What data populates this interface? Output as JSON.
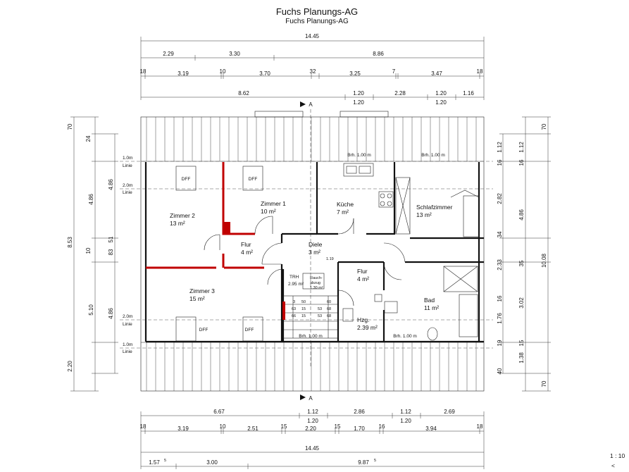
{
  "header": {
    "title": "Fuchs Planungs-AG",
    "subtitle": "Fuchs Planungs-AG"
  },
  "scale": {
    "label": "1 : 10",
    "mark": "<"
  },
  "section_marks": {
    "top": "A",
    "bottom": "A"
  },
  "rooms": {
    "zimmer2": {
      "name": "Zimmer 2",
      "area": "13 m²"
    },
    "zimmer1": {
      "name": "Zimmer 1",
      "area": "10 m²"
    },
    "kueche": {
      "name": "Küche",
      "area": "7 m²"
    },
    "schlafzimmer": {
      "name": "Schlafzimmer",
      "area": "13 m²"
    },
    "flur_left": {
      "name": "Flur",
      "area": "4 m²"
    },
    "diele": {
      "name": "Diele",
      "area": "3 m²"
    },
    "flur_right": {
      "name": "Flur",
      "area": "4 m²"
    },
    "trh": {
      "name": "TRH",
      "area": "2.95 m²"
    },
    "zimmer3": {
      "name": "Zimmer 3",
      "area": "15 m²"
    },
    "bad": {
      "name": "Bad",
      "area": "11 m²"
    },
    "hzg": {
      "name": "Hzg.",
      "area": "2.39 m²"
    }
  },
  "labels": {
    "dff": "DFF",
    "brh": "Brh. 1.00 m",
    "linie": "Linie",
    "l10": "1.0m",
    "l20": "2.0m",
    "rauch1": "Rauch-",
    "rauch2": "abzug",
    "rauch3": "1.30 m²",
    "d119": "1.19"
  },
  "stairs": {
    "rows": [
      [
        "3",
        "50",
        "60"
      ],
      [
        "63",
        "15",
        "53",
        "68"
      ],
      [
        "66",
        "15",
        "53",
        "68"
      ]
    ]
  },
  "dims_top": {
    "row1": [
      "14.45"
    ],
    "row2": [
      "2.29",
      "3.30",
      "8.86"
    ],
    "row3": [
      "18",
      "3.19",
      "10",
      "3.70",
      "32",
      "3.25",
      "7",
      "3.47",
      "18"
    ],
    "row4": [
      "8.62",
      "1.20",
      "2.28",
      "1.20",
      "1.16"
    ],
    "row4b": [
      "1.20",
      "1.20"
    ]
  },
  "dims_bottom": {
    "row1": [
      "6.67",
      "1.12",
      "2.86",
      "1.12",
      "2.69"
    ],
    "row1b": [
      "1.20",
      "1.20"
    ],
    "row2": [
      "18",
      "3.19",
      "10",
      "2.51",
      "15",
      "2.20",
      "15",
      "1.70",
      "16",
      "3.94",
      "18"
    ],
    "row3": [
      "14.45"
    ],
    "row4": [
      "1.57",
      "5",
      "3.00",
      "9.87",
      "5"
    ]
  },
  "dims_left": {
    "outer": [
      "8.53"
    ],
    "mid": [
      "70",
      "24",
      "4.86",
      "10",
      "5.10",
      "2.20"
    ],
    "inner": [
      "4.86",
      "51",
      "83",
      "4.86"
    ]
  },
  "dims_right": {
    "inner": [
      "1.12",
      "16",
      "2.82",
      "34",
      "2.33",
      "16",
      "1.76",
      "19",
      "40"
    ],
    "mid": [
      "70",
      "1.12",
      "16",
      "4.86",
      "35",
      "3.02",
      "15",
      "1.38",
      "70"
    ],
    "outer": [
      "10.08"
    ]
  }
}
